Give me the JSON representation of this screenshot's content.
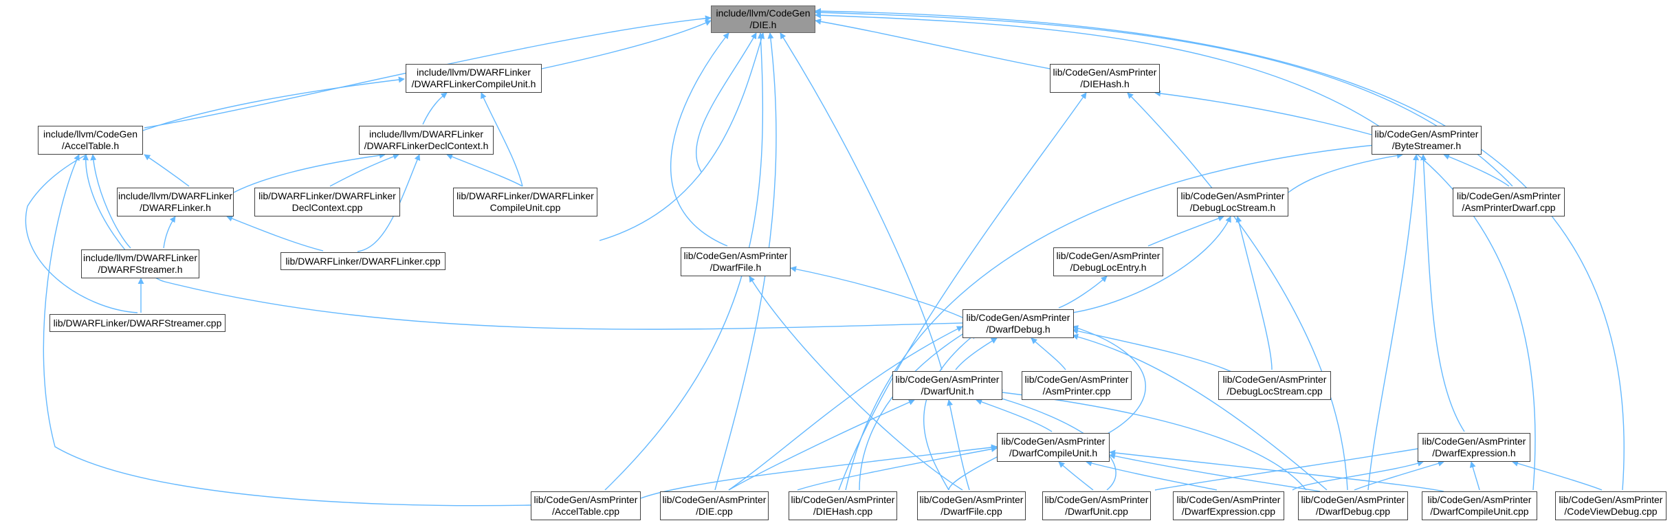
{
  "graph": {
    "edge_color": "#63b8ff",
    "root_fill": "#999999",
    "nodes": [
      {
        "id": "die_h",
        "line1": "include/llvm/CodeGen",
        "line2": "/DIE.h",
        "root": true
      },
      {
        "id": "dwl_cu_h",
        "line1": "include/llvm/DWARFLinker",
        "line2": "/DWARFLinkerCompileUnit.h"
      },
      {
        "id": "diehash_h",
        "line1": "lib/CodeGen/AsmPrinter",
        "line2": "/DIEHash.h"
      },
      {
        "id": "acceltable_h",
        "line1": "include/llvm/CodeGen",
        "line2": "/AccelTable.h"
      },
      {
        "id": "dwl_declctx_h",
        "line1": "include/llvm/DWARFLinker",
        "line2": "/DWARFLinkerDeclContext.h"
      },
      {
        "id": "bytestreamer_h",
        "line1": "lib/CodeGen/AsmPrinter",
        "line2": "/ByteStreamer.h"
      },
      {
        "id": "dwl_h",
        "line1": "include/llvm/DWARFLinker",
        "line2": "/DWARFLinker.h"
      },
      {
        "id": "dwl_declctx_cpp",
        "line1": "lib/DWARFLinker/DWARFLinker",
        "line2": "DeclContext.cpp"
      },
      {
        "id": "dwl_cu_cpp",
        "line1": "lib/DWARFLinker/DWARFLinker",
        "line2": "CompileUnit.cpp"
      },
      {
        "id": "debuglocstream_h",
        "line1": "lib/CodeGen/AsmPrinter",
        "line2": "/DebugLocStream.h"
      },
      {
        "id": "asmprinterdwarf_cpp",
        "line1": "lib/CodeGen/AsmPrinter",
        "line2": "/AsmPrinterDwarf.cpp"
      },
      {
        "id": "dwfstreamer_h",
        "line1": "include/llvm/DWARFLinker",
        "line2": "/DWARFStreamer.h"
      },
      {
        "id": "dwl_cpp",
        "line1": "lib/DWARFLinker/DWARFLinker.cpp",
        "line2": ""
      },
      {
        "id": "dwarffile_h",
        "line1": "lib/CodeGen/AsmPrinter",
        "line2": "/DwarfFile.h"
      },
      {
        "id": "debuglocentry_h",
        "line1": "lib/CodeGen/AsmPrinter",
        "line2": "/DebugLocEntry.h"
      },
      {
        "id": "dwfstreamer_cpp",
        "line1": "lib/DWARFLinker/DWARFStreamer.cpp",
        "line2": ""
      },
      {
        "id": "dwarfdebug_h",
        "line1": "lib/CodeGen/AsmPrinter",
        "line2": "/DwarfDebug.h"
      },
      {
        "id": "dwarfunit_h",
        "line1": "lib/CodeGen/AsmPrinter",
        "line2": "/DwarfUnit.h"
      },
      {
        "id": "asmprinter_cpp",
        "line1": "lib/CodeGen/AsmPrinter",
        "line2": "/AsmPrinter.cpp"
      },
      {
        "id": "debuglocstream_cpp",
        "line1": "lib/CodeGen/AsmPrinter",
        "line2": "/DebugLocStream.cpp"
      },
      {
        "id": "dwarfcu_h",
        "line1": "lib/CodeGen/AsmPrinter",
        "line2": "/DwarfCompileUnit.h"
      },
      {
        "id": "dwarfexpr_h",
        "line1": "lib/CodeGen/AsmPrinter",
        "line2": "/DwarfExpression.h"
      },
      {
        "id": "acceltable_cpp",
        "line1": "lib/CodeGen/AsmPrinter",
        "line2": "/AccelTable.cpp"
      },
      {
        "id": "die_cpp",
        "line1": "lib/CodeGen/AsmPrinter",
        "line2": "/DIE.cpp"
      },
      {
        "id": "diehash_cpp",
        "line1": "lib/CodeGen/AsmPrinter",
        "line2": "/DIEHash.cpp"
      },
      {
        "id": "dwarffile_cpp",
        "line1": "lib/CodeGen/AsmPrinter",
        "line2": "/DwarfFile.cpp"
      },
      {
        "id": "dwarfunit_cpp",
        "line1": "lib/CodeGen/AsmPrinter",
        "line2": "/DwarfUnit.cpp"
      },
      {
        "id": "dwarfexpr_cpp",
        "line1": "lib/CodeGen/AsmPrinter",
        "line2": "/DwarfExpression.cpp"
      },
      {
        "id": "dwarfdebug_cpp",
        "line1": "lib/CodeGen/AsmPrinter",
        "line2": "/DwarfDebug.cpp"
      },
      {
        "id": "dwarfcu_cpp",
        "line1": "lib/CodeGen/AsmPrinter",
        "line2": "/DwarfCompileUnit.cpp"
      },
      {
        "id": "codeviewdebug_cpp",
        "line1": "lib/CodeGen/AsmPrinter",
        "line2": "/CodeViewDebug.cpp"
      }
    ]
  }
}
